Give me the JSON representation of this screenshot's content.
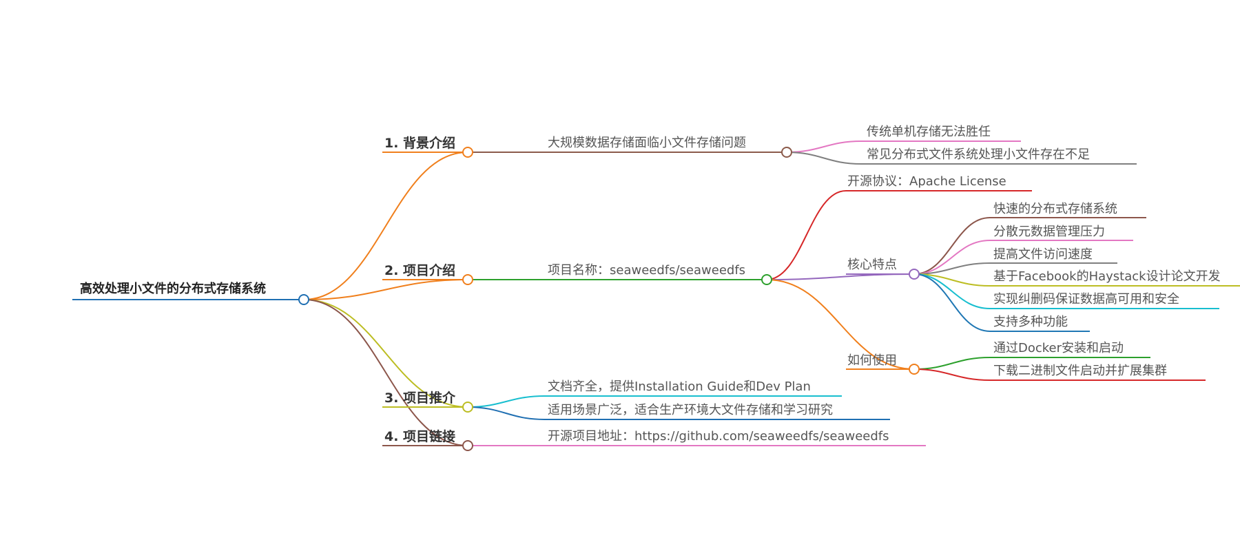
{
  "mindmap": {
    "root": {
      "label": "高效处理小文件的分布式存储系统",
      "color": "#1f6fb2"
    },
    "branches": [
      {
        "label": "1. 背景介绍",
        "color": "#f07f1c",
        "children": [
          {
            "label": "大规模数据存储面临小文件存储问题",
            "color": "#8b5a4a",
            "children": [
              {
                "label": "传统单机存储无法胜任",
                "color": "#e377c2"
              },
              {
                "label": "常见分布式文件系统处理小文件存在不足",
                "color": "#7f7f7f"
              }
            ]
          }
        ]
      },
      {
        "label": "2. 项目介绍",
        "color": "#f07f1c",
        "children": [
          {
            "label": "项目名称：seaweedfs/seaweedfs",
            "color": "#2ca02c",
            "children": [
              {
                "label": "开源协议：Apache License",
                "color": "#d62728"
              },
              {
                "label": "核心特点",
                "color": "#9467bd",
                "children": [
                  {
                    "label": "快速的分布式存储系统",
                    "color": "#8c564b"
                  },
                  {
                    "label": "分散元数据管理压力",
                    "color": "#e377c2"
                  },
                  {
                    "label": "提高文件访问速度",
                    "color": "#7f7f7f"
                  },
                  {
                    "label": "基于Facebook的Haystack设计论文开发",
                    "color": "#bcbd22"
                  },
                  {
                    "label": "实现纠删码保证数据高可用和安全",
                    "color": "#17becf"
                  },
                  {
                    "label": "支持多种功能",
                    "color": "#1f77b4"
                  }
                ]
              },
              {
                "label": "如何使用",
                "color": "#f07f1c",
                "children": [
                  {
                    "label": "通过Docker安装和启动",
                    "color": "#2ca02c"
                  },
                  {
                    "label": "下载二进制文件启动并扩展集群",
                    "color": "#d62728"
                  }
                ]
              }
            ]
          }
        ]
      },
      {
        "label": "3. 项目推介",
        "color": "#bcbd22",
        "children": [
          {
            "label": "文档齐全，提供Installation Guide和Dev Plan",
            "color": "#17becf"
          },
          {
            "label": "适用场景广泛，适合生产环境大文件存储和学习研究",
            "color": "#1f6fb2"
          }
        ]
      },
      {
        "label": "4. 项目链接",
        "color": "#8c564b",
        "children": [
          {
            "label": "开源项目地址：https://github.com/seaweedfs/seaweedfs",
            "color": "#e377c2"
          }
        ]
      }
    ]
  }
}
